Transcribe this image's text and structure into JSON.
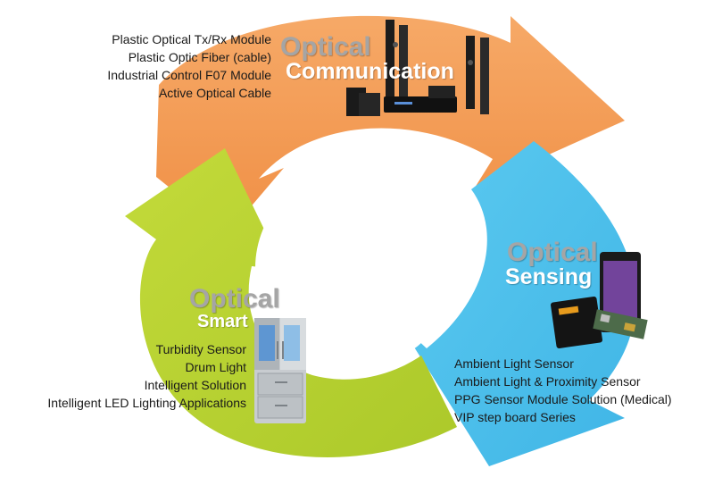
{
  "colors": {
    "communication": "#f39b55",
    "sensing": "#4fbfe9",
    "smart": "#b9d432",
    "title_gray": "#a5a5a5",
    "title_white": "#ffffff"
  },
  "communication": {
    "title_top": "Optical",
    "title_bottom": "Communication",
    "items": [
      "Plastic Optical Tx/Rx Module",
      "Plastic Optic Fiber (cable)",
      "Industrial Control F07 Module",
      "Active Optical Cable"
    ],
    "image_icon": "home-theater-system-icon"
  },
  "sensing": {
    "title_top": "Optical",
    "title_bottom": "Sensing",
    "items": [
      "Ambient Light Sensor",
      "Ambient Light & Proximity Sensor",
      "PPG Sensor Module Solution (Medical)",
      "VIP step board Series"
    ],
    "image_icon": "smartphone-and-sensor-chip-icon"
  },
  "smart": {
    "title_top": "Optical",
    "title_bottom": "Smart",
    "items": [
      "Turbidity Sensor",
      "Drum Light",
      "Intelligent Solution",
      "Intelligent LED Lighting Applications"
    ],
    "image_icon": "refrigerator-icon"
  }
}
